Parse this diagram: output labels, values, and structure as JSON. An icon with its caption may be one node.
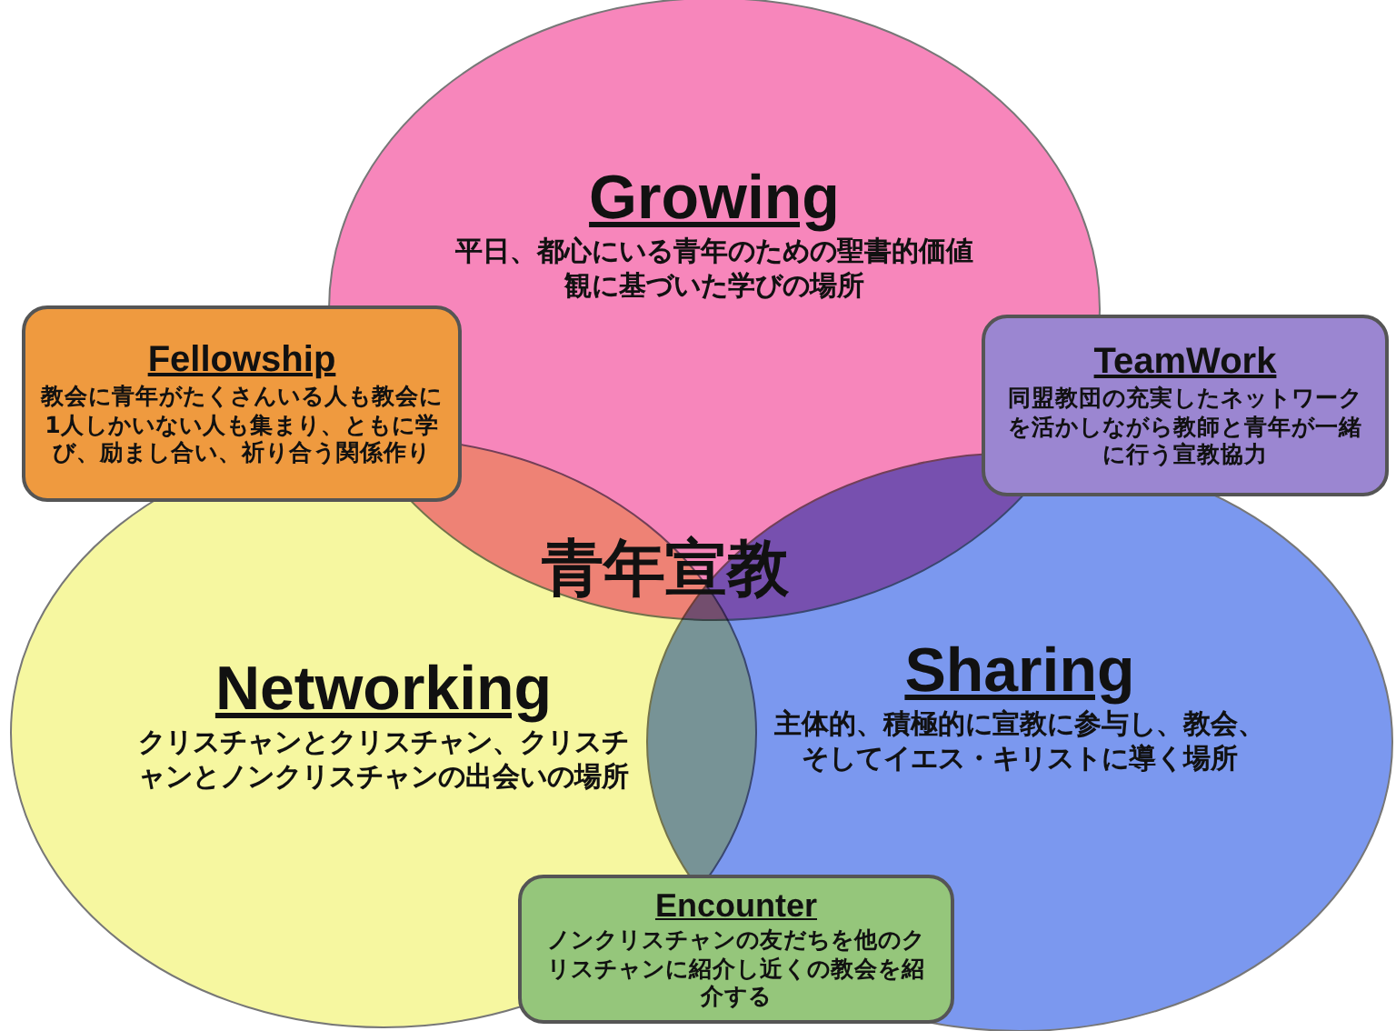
{
  "diagram": {
    "nodes": [
      {
        "text": [
          "Growing",
          "平日、都心にいる青年のための聖書的価値観に基づいた学びの場所"
        ]
      },
      {
        "text": [
          "Networking",
          "クリスチャンとクリスチャン、クリスチャンとノンクリスチャンの出会いの場所"
        ]
      },
      {
        "text": [
          "Sharing",
          "主体的、積極的に宣教に参与し、教会、そしてイエス・キリストに導く場所"
        ]
      },
      {
        "text": [
          "Fellowship",
          "教会に青年がたくさんいる人も教会に1人しかいない人も集まり、ともに学び、励まし合い、祈り合う関係作り"
        ]
      },
      {
        "text": [
          "TeamWork",
          "同盟教団の充実したネットワークを活かしながら教師と青年が一緒に行う宣教協力"
        ]
      },
      {
        "text": [
          "Encounter",
          "ノンクリスチャンの友だちを他のクリスチャンに紹介し近くの教会を紹介する"
        ]
      }
    ],
    "edges": [],
    "labels": [
      "青年宣教"
    ]
  }
}
